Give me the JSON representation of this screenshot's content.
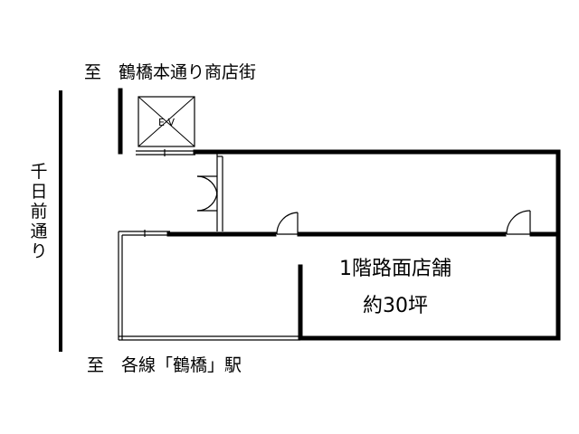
{
  "labels": {
    "north_direction": "至　鶴橋本通り商店街",
    "south_direction": "至　各線「鶴橋」駅",
    "street": [
      "千",
      "日",
      "前",
      "通",
      "り"
    ],
    "elevator": "E  V",
    "store_name": "1階路面店舗",
    "store_area": "約30坪"
  },
  "colors": {
    "wall": "#000000",
    "background": "#ffffff"
  }
}
